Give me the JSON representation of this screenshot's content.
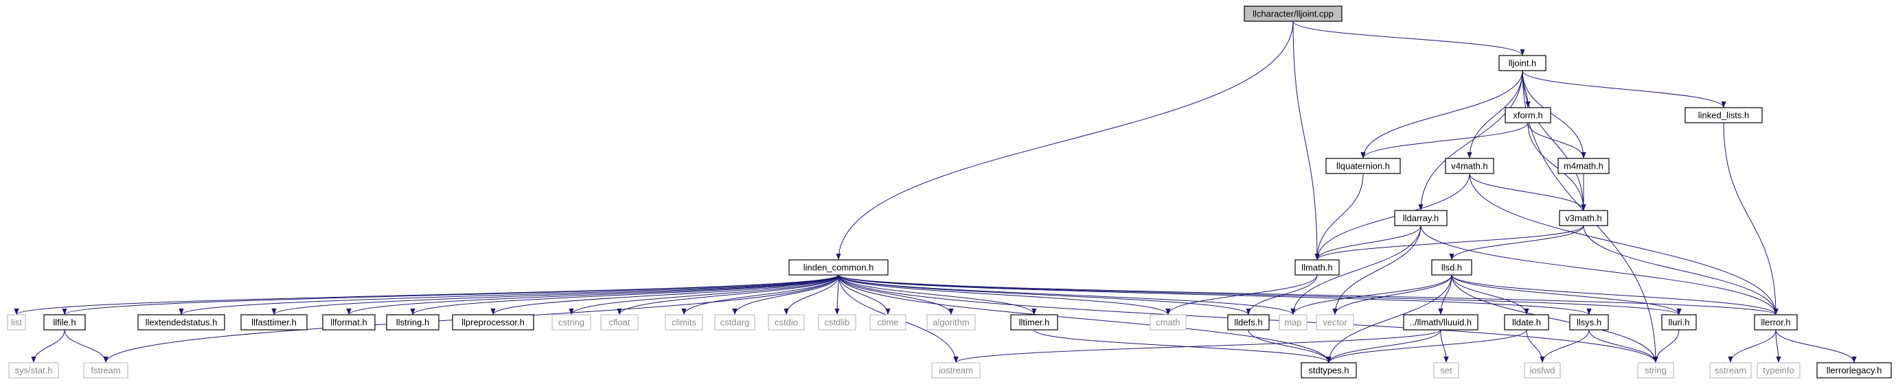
{
  "colors": {
    "edge": "#191970",
    "border": "#000000",
    "ext_border": "#bfbfbf",
    "ext_text": "#8c8c8c",
    "text": "#000000",
    "root_fill": "#bfbfbf",
    "fill": "#ffffff"
  },
  "nodes": [
    {
      "id": "root",
      "label": "llcharacter/lljoint.cpp",
      "kind": "root"
    },
    {
      "id": "lljoint",
      "label": "lljoint.h",
      "kind": "file"
    },
    {
      "id": "linden_common",
      "label": "linden_common.h",
      "kind": "file"
    },
    {
      "id": "llmath",
      "label": "llmath.h",
      "kind": "file"
    },
    {
      "id": "xform",
      "label": "xform.h",
      "kind": "file"
    },
    {
      "id": "linked_lists",
      "label": "linked_lists.h",
      "kind": "file"
    },
    {
      "id": "llquaternion",
      "label": "llquaternion.h",
      "kind": "file"
    },
    {
      "id": "v4math",
      "label": "v4math.h",
      "kind": "file"
    },
    {
      "id": "m4math",
      "label": "m4math.h",
      "kind": "file"
    },
    {
      "id": "llarray",
      "label": "lldarray.h",
      "kind": "file"
    },
    {
      "id": "v3math",
      "label": "v3math.h",
      "kind": "file"
    },
    {
      "id": "llsd",
      "label": "llsd.h",
      "kind": "file"
    },
    {
      "id": "list",
      "label": "list",
      "kind": "ext"
    },
    {
      "id": "llfile",
      "label": "llfile.h",
      "kind": "file"
    },
    {
      "id": "llextendedstatus",
      "label": "llextendedstatus.h",
      "kind": "file"
    },
    {
      "id": "llfasttimer",
      "label": "llfasttimer.h",
      "kind": "file"
    },
    {
      "id": "llformat",
      "label": "llformat.h",
      "kind": "file"
    },
    {
      "id": "llstring",
      "label": "llstring.h",
      "kind": "file"
    },
    {
      "id": "llpreprocessor",
      "label": "llpreprocessor.h",
      "kind": "file"
    },
    {
      "id": "cstring",
      "label": "cstring",
      "kind": "ext"
    },
    {
      "id": "cfloat",
      "label": "cfloat",
      "kind": "ext"
    },
    {
      "id": "climits",
      "label": "climits",
      "kind": "ext"
    },
    {
      "id": "cstdarg",
      "label": "cstdarg",
      "kind": "ext"
    },
    {
      "id": "cstdio",
      "label": "cstdio",
      "kind": "ext"
    },
    {
      "id": "cstdlib",
      "label": "cstdlib",
      "kind": "ext"
    },
    {
      "id": "ctime",
      "label": "ctime",
      "kind": "ext"
    },
    {
      "id": "algorithm",
      "label": "algorithm",
      "kind": "ext"
    },
    {
      "id": "lltimer",
      "label": "lltimer.h",
      "kind": "file"
    },
    {
      "id": "cmath",
      "label": "cmath",
      "kind": "ext"
    },
    {
      "id": "lldefs",
      "label": "lldefs.h",
      "kind": "file"
    },
    {
      "id": "map",
      "label": "map",
      "kind": "ext"
    },
    {
      "id": "vector",
      "label": "vector",
      "kind": "ext"
    },
    {
      "id": "lluuid",
      "label": "../llmath/lluuid.h",
      "kind": "file"
    },
    {
      "id": "lldate",
      "label": "lldate.h",
      "kind": "file"
    },
    {
      "id": "llsys",
      "label": "llsys.h",
      "kind": "file"
    },
    {
      "id": "lluri",
      "label": "lluri.h",
      "kind": "file"
    },
    {
      "id": "llerror",
      "label": "llerror.h",
      "kind": "file"
    },
    {
      "id": "sysstat",
      "label": "sys/stat.h",
      "kind": "ext"
    },
    {
      "id": "fstream",
      "label": "fstream",
      "kind": "ext"
    },
    {
      "id": "iostream",
      "label": "iostream",
      "kind": "ext"
    },
    {
      "id": "stdtypes",
      "label": "stdtypes.h",
      "kind": "file"
    },
    {
      "id": "set",
      "label": "set",
      "kind": "ext"
    },
    {
      "id": "iosfwd",
      "label": "iosfwd",
      "kind": "ext"
    },
    {
      "id": "string",
      "label": "string",
      "kind": "ext"
    },
    {
      "id": "sstream",
      "label": "sstream",
      "kind": "ext"
    },
    {
      "id": "typeinfo",
      "label": "typeinfo",
      "kind": "ext"
    },
    {
      "id": "llerrorlegacy",
      "label": "llerrorlegacy.h",
      "kind": "file"
    }
  ],
  "edges": [
    [
      "root",
      "lljoint"
    ],
    [
      "root",
      "linden_common"
    ],
    [
      "root",
      "llmath"
    ],
    [
      "lljoint",
      "xform"
    ],
    [
      "lljoint",
      "linked_lists"
    ],
    [
      "lljoint",
      "llquaternion"
    ],
    [
      "lljoint",
      "v4math"
    ],
    [
      "lljoint",
      "m4math"
    ],
    [
      "lljoint",
      "llarray"
    ],
    [
      "lljoint",
      "v3math"
    ],
    [
      "lljoint",
      "string"
    ],
    [
      "xform",
      "llquaternion"
    ],
    [
      "xform",
      "m4math"
    ],
    [
      "xform",
      "v3math"
    ],
    [
      "linked_lists",
      "llerror"
    ],
    [
      "llquaternion",
      "llmath"
    ],
    [
      "v4math",
      "llmath"
    ],
    [
      "v4math",
      "v3math"
    ],
    [
      "v4math",
      "llerror"
    ],
    [
      "m4math",
      "v3math"
    ],
    [
      "llarray",
      "llmath"
    ],
    [
      "llarray",
      "map"
    ],
    [
      "llarray",
      "vector"
    ],
    [
      "llarray",
      "llerror"
    ],
    [
      "v3math",
      "llmath"
    ],
    [
      "v3math",
      "llsd"
    ],
    [
      "v3math",
      "llerror"
    ],
    [
      "llmath",
      "cmath"
    ],
    [
      "llmath",
      "lldefs"
    ],
    [
      "llsd",
      "map"
    ],
    [
      "llsd",
      "vector"
    ],
    [
      "llsd",
      "lluuid"
    ],
    [
      "llsd",
      "lldate"
    ],
    [
      "llsd",
      "lluri"
    ],
    [
      "llsd",
      "llerror"
    ],
    [
      "llsd",
      "stdtypes"
    ],
    [
      "llsd",
      "string"
    ],
    [
      "linden_common",
      "list"
    ],
    [
      "linden_common",
      "llfile"
    ],
    [
      "linden_common",
      "llextendedstatus"
    ],
    [
      "linden_common",
      "llfasttimer"
    ],
    [
      "linden_common",
      "llformat"
    ],
    [
      "linden_common",
      "llstring"
    ],
    [
      "linden_common",
      "llpreprocessor"
    ],
    [
      "linden_common",
      "cstring"
    ],
    [
      "linden_common",
      "cfloat"
    ],
    [
      "linden_common",
      "climits"
    ],
    [
      "linden_common",
      "cstdarg"
    ],
    [
      "linden_common",
      "cstdio"
    ],
    [
      "linden_common",
      "cstdlib"
    ],
    [
      "linden_common",
      "ctime"
    ],
    [
      "linden_common",
      "algorithm"
    ],
    [
      "linden_common",
      "lltimer"
    ],
    [
      "linden_common",
      "cmath"
    ],
    [
      "linden_common",
      "lldefs"
    ],
    [
      "linden_common",
      "map"
    ],
    [
      "linden_common",
      "llsys"
    ],
    [
      "linden_common",
      "lluri"
    ],
    [
      "linden_common",
      "llerror"
    ],
    [
      "linden_common",
      "iostream"
    ],
    [
      "linden_common",
      "fstream"
    ],
    [
      "linden_common",
      "stdtypes"
    ],
    [
      "linden_common",
      "string"
    ],
    [
      "llfile",
      "sysstat"
    ],
    [
      "llfile",
      "fstream"
    ],
    [
      "lltimer",
      "stdtypes"
    ],
    [
      "lldefs",
      "stdtypes"
    ],
    [
      "lluuid",
      "set"
    ],
    [
      "lluuid",
      "stdtypes"
    ],
    [
      "lluuid",
      "iostream"
    ],
    [
      "lldate",
      "iosfwd"
    ],
    [
      "lldate",
      "stdtypes"
    ],
    [
      "llsys",
      "iosfwd"
    ],
    [
      "llsys",
      "string"
    ],
    [
      "lluri",
      "string"
    ],
    [
      "llerror",
      "sstream"
    ],
    [
      "llerror",
      "typeinfo"
    ],
    [
      "llerror",
      "llerrorlegacy"
    ]
  ]
}
